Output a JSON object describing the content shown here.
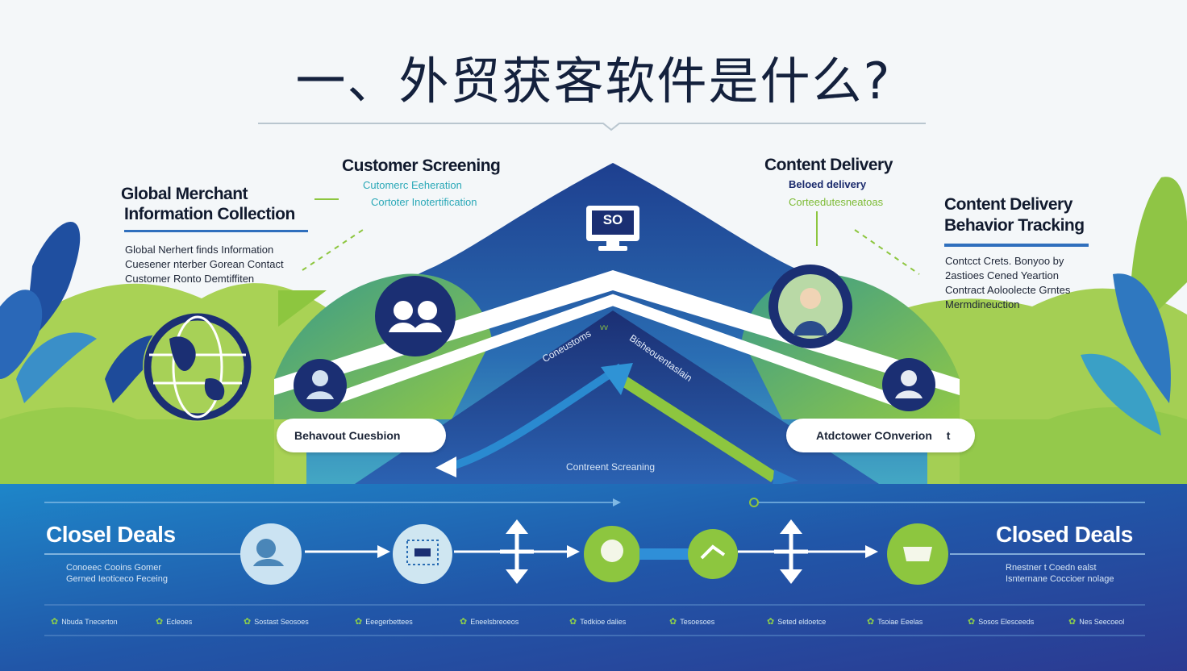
{
  "title": "一、外贸获客软件是什么?",
  "left_block": {
    "heading_line1": "Global Merchant",
    "heading_line2": "Information Collection",
    "lines": [
      "Global Nerhert finds Information",
      "Cuesener nterber Gorean Contact",
      "Customer Ronto Demtiffiten"
    ]
  },
  "screening_block": {
    "heading": "Customer Screening",
    "lines": [
      "Cutomerc Eeheration",
      "Cortoter Inotertification"
    ]
  },
  "delivery_block": {
    "heading": "Content Delivery",
    "lines": [
      "Beloed delivery",
      "Corteedutesneatoas"
    ]
  },
  "right_block": {
    "heading_line1": "Content Delivery",
    "heading_line2": "Behavior Tracking",
    "lines": [
      "Contcct Crets. Bonyoo by",
      "2astioes Cened Yeartion",
      "Contract Aoloolecte Grntes",
      "Mermdineuction"
    ]
  },
  "monitor_label": "SO",
  "pill_left": "Behavout Cuesbion",
  "pill_right": "Atdctower COnverion",
  "pill_right_icon": "t",
  "inner_labels": {
    "left_diag": "Coneustoms",
    "small_mark": "vv",
    "right_diag": "Bisheouentaslain",
    "bottom": "Contreent Screaning"
  },
  "bottom_left": {
    "heading": "Closel Deals",
    "lines": [
      "Conoeec Cooins Gomer",
      "Gerned Ieoticeco Feceing"
    ]
  },
  "bottom_right": {
    "heading": "Closed Deals",
    "lines": [
      "Rnestner t Coedn ealst",
      "Isnternane Coccioer nolage"
    ]
  },
  "bottom_row": [
    "Nbuda Tnecerton",
    "Ecleoes",
    "Sostast Seosoes",
    "Eeegerbettees",
    "Eneelsbreoeos",
    "Tedkioe dalies",
    "Tesoesoes",
    "Seted eldoetce",
    "Tsoiae Eeelas",
    "Sosos Elesceeds",
    "Nes Seecoeol"
  ],
  "colors": {
    "navy": "#1b2f73",
    "blue": "#2a63b5",
    "green": "#8dc63f",
    "teal": "#2aa8b7",
    "band_top": "#1f7ec7",
    "band_bottom": "#2b3f95"
  },
  "icons": [
    "globe-icon",
    "people-icon",
    "monitor-icon",
    "user-icon",
    "businessman-icon",
    "woman-icon",
    "handshake-icon",
    "vertical-arrows-icon"
  ]
}
